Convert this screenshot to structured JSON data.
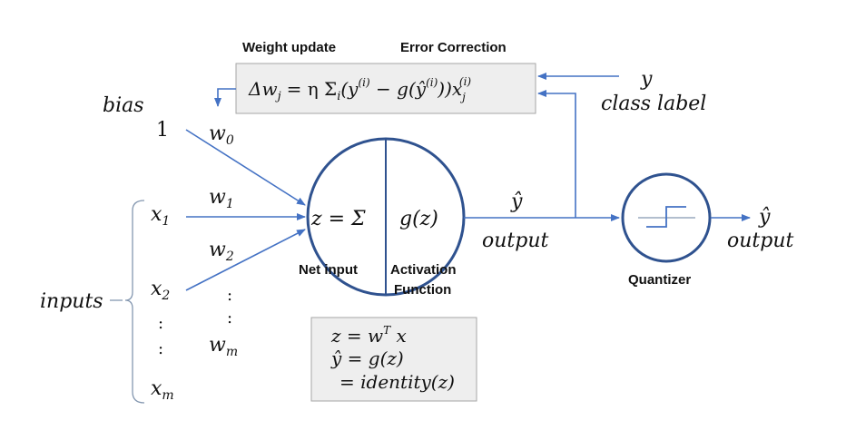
{
  "colors": {
    "arrow": "#4472c4",
    "neuron_stroke": "#2f528f",
    "box_fill": "#eeeeee",
    "box_stroke": "#a6a6a6"
  },
  "headers": {
    "weight_update": "Weight update",
    "error_correction": "Error Correction"
  },
  "update_rule": {
    "lhs": "Δw",
    "lhs_sub": "j",
    "eq": "= η Σ",
    "sum_sub": "i",
    "body_open": "(y",
    "sup_i": "(i)",
    "minus_g": " − g(ŷ",
    "close": "))x",
    "x_sub": "j",
    "x_sup": "(i)"
  },
  "bias": {
    "label": "bias",
    "one": "1"
  },
  "class_label": {
    "symbol": "y",
    "text": "class label"
  },
  "weights": [
    {
      "base": "w",
      "sub": "0"
    },
    {
      "base": "w",
      "sub": "1"
    },
    {
      "base": "w",
      "sub": "2"
    },
    {
      "base": "w",
      "sub": "m"
    }
  ],
  "inputs": {
    "label": "inputs",
    "items": [
      {
        "base": "x",
        "sub": "1"
      },
      {
        "base": "x",
        "sub": "2"
      },
      {
        "base": "x",
        "sub": "m"
      }
    ],
    "dots": ":"
  },
  "neuron": {
    "net_expr": "z = Σ",
    "act_expr": "g(z)",
    "net_label": "Net input",
    "act_label_1": "Activation",
    "act_label_2": "Function"
  },
  "mid_output": {
    "symbol": "ŷ",
    "text": "output"
  },
  "quantizer": {
    "label": "Quantizer"
  },
  "final_output": {
    "symbol": "ŷ",
    "text": "output"
  },
  "formula_box": {
    "line1_a": "z = w",
    "line1_sup": "T",
    "line1_b": " x",
    "line2": "ŷ = g(z)",
    "line3": "= identity(z)"
  }
}
